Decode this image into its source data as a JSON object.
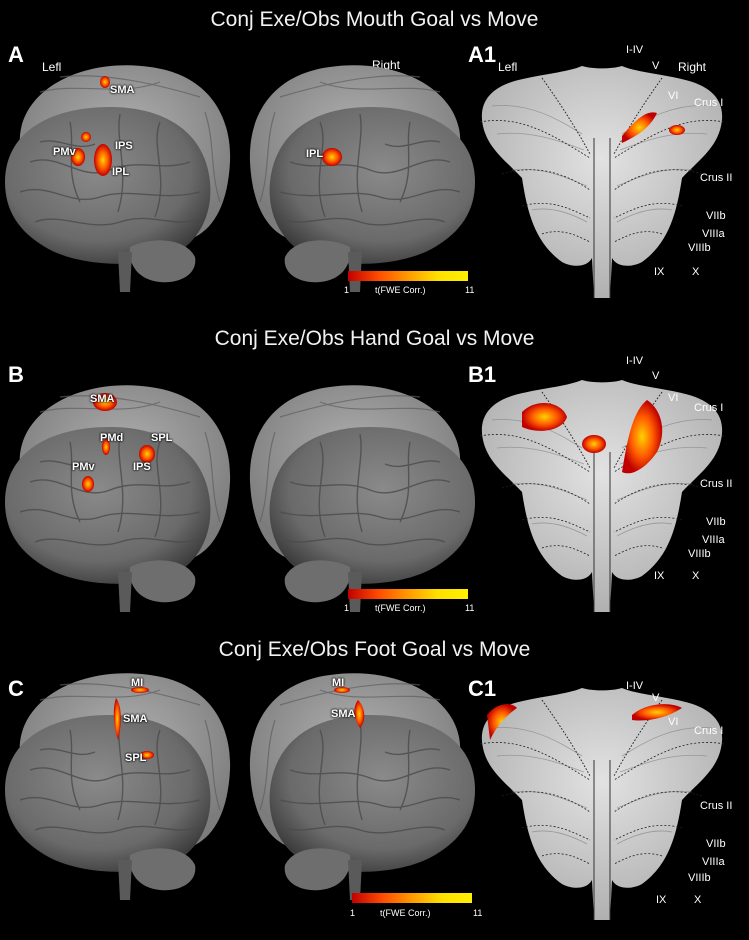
{
  "panels": [
    {
      "title": "Conj Exe/Obs Mouth Goal vs Move",
      "letter": "A",
      "cere_letter": "A1",
      "left_label": "Lefl",
      "right_label": "Right",
      "brain_labels": [
        "SMA",
        "PMv",
        "IPS",
        "IPL",
        "IPL"
      ],
      "cere_left": "Lefl",
      "cere_right": "Right"
    },
    {
      "title": "Conj Exe/Obs Hand Goal vs Move",
      "letter": "B",
      "cere_letter": "B1",
      "brain_labels": [
        "SMA",
        "PMd",
        "SPL",
        "PMv",
        "IPS"
      ]
    },
    {
      "title": "Conj Exe/Obs Foot Goal vs Move",
      "letter": "C",
      "cere_letter": "C1",
      "brain_labels": [
        "MI",
        "SMA",
        "SPL",
        "MI",
        "SMA"
      ]
    }
  ],
  "cerebellum_labels": [
    "I-IV",
    "V",
    "VI",
    "Crus I",
    "Crus II",
    "VIIb",
    "VIIIa",
    "VIIIb",
    "IX",
    "X"
  ],
  "colorbar": {
    "min": "1",
    "max": "11",
    "label": "t(FWE Corr.)"
  },
  "colors": {
    "activation_low": "#c00000",
    "activation_high": "#fff000"
  }
}
